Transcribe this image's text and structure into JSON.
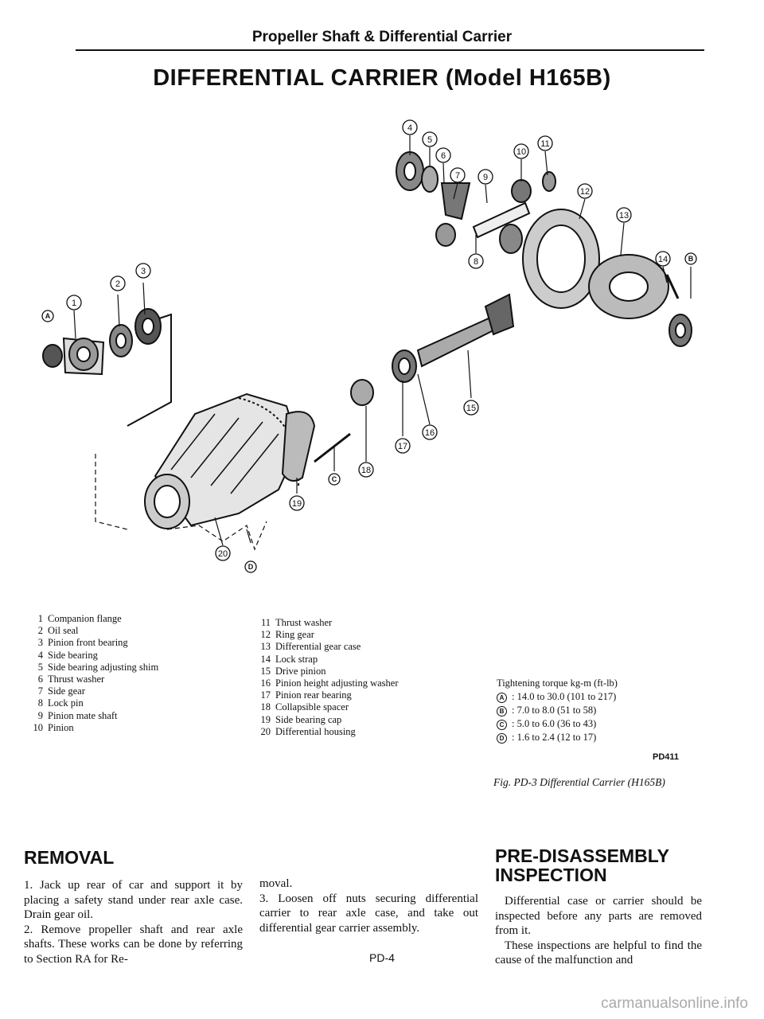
{
  "header": {
    "running_title": "Propeller Shaft & Differential Carrier",
    "title": "DIFFERENTIAL CARRIER (Model H165B)"
  },
  "diagram": {
    "callouts": [
      "1",
      "2",
      "3",
      "4",
      "5",
      "6",
      "7",
      "8",
      "9",
      "10",
      "11",
      "12",
      "13",
      "14",
      "15",
      "16",
      "17",
      "18",
      "19",
      "20"
    ],
    "torque_marks": [
      "A",
      "B",
      "C",
      "D"
    ]
  },
  "parts_left": [
    {
      "num": "1",
      "label": "Companion flange"
    },
    {
      "num": "2",
      "label": "Oil seal"
    },
    {
      "num": "3",
      "label": "Pinion front bearing"
    },
    {
      "num": "4",
      "label": "Side bearing"
    },
    {
      "num": "5",
      "label": "Side bearing adjusting shim"
    },
    {
      "num": "6",
      "label": "Thrust washer"
    },
    {
      "num": "7",
      "label": "Side gear"
    },
    {
      "num": "8",
      "label": "Lock pin"
    },
    {
      "num": "9",
      "label": "Pinion mate shaft"
    },
    {
      "num": "10",
      "label": "Pinion"
    }
  ],
  "parts_right": [
    {
      "num": "11",
      "label": "Thrust washer"
    },
    {
      "num": "12",
      "label": "Ring gear"
    },
    {
      "num": "13",
      "label": "Differential gear case"
    },
    {
      "num": "14",
      "label": "Lock strap"
    },
    {
      "num": "15",
      "label": "Drive pinion"
    },
    {
      "num": "16",
      "label": "Pinion height adjusting washer"
    },
    {
      "num": "17",
      "label": "Pinion rear bearing"
    },
    {
      "num": "18",
      "label": "Collapsible spacer"
    },
    {
      "num": "19",
      "label": "Side bearing cap"
    },
    {
      "num": "20",
      "label": "Differential housing"
    }
  ],
  "torque": {
    "title": "Tightening torque kg-m (ft-lb)",
    "rows": [
      {
        "mark": "A",
        "value": ": 14.0 to 30.0 (101 to 217)"
      },
      {
        "mark": "B",
        "value": ": 7.0 to 8.0 (51 to 58)"
      },
      {
        "mark": "C",
        "value": ": 5.0 to 6.0 (36 to 43)"
      },
      {
        "mark": "D",
        "value": ": 1.6 to 2.4 (12 to 17)"
      }
    ]
  },
  "figure": {
    "code": "PD411",
    "caption": "Fig. PD-3 Differential Carrier (H165B)"
  },
  "removal": {
    "heading": "REMOVAL",
    "p1": "1. Jack up rear of car and support it by placing a safety stand under rear axle case. Drain gear oil.",
    "p2": "2. Remove propeller shaft and rear axle shafts. These works can be done by referring to Section RA for Re-"
  },
  "middle": {
    "p1": "moval.",
    "p2": "3. Loosen off nuts securing differential carrier to rear axle case, and take out differential gear carrier assembly."
  },
  "pre": {
    "heading": "PRE-DISASSEMBLY INSPECTION",
    "p1": "Differential case or carrier should be inspected before any parts are removed from it.",
    "p2": "These inspections are helpful to find the cause of the malfunction and"
  },
  "page_number": "PD-4",
  "watermark": "carmanualsonline.info"
}
